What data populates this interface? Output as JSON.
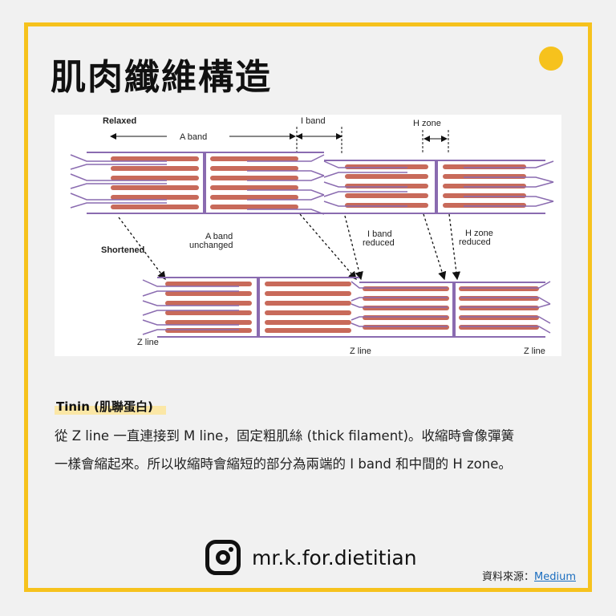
{
  "title": "肌肉纖維構造",
  "diagram": {
    "label_relaxed": "Relaxed",
    "label_a_band": "A band",
    "label_i_band": "I band",
    "label_h_zone": "H zone",
    "label_shortened": "Shortened",
    "label_a_band_unchanged_1": "A band",
    "label_a_band_unchanged_2": "unchanged",
    "label_i_band_reduced_1": "I band",
    "label_i_band_reduced_2": "reduced",
    "label_h_zone_reduced_1": "H zone",
    "label_h_zone_reduced_2": "reduced",
    "label_z_line_left": "Z line",
    "label_z_line_mid": "Z line",
    "label_z_line_right": "Z line"
  },
  "section": {
    "heading": "Tinin (肌聯蛋白)",
    "line1": "從 Z line 一直連接到 M line，固定粗肌絲 (thick filament)。收縮時會像彈簧",
    "line2": "一樣會縮起來。所以收縮時會縮短的部分為兩端的 I band 和中間的 H zone。"
  },
  "footer": {
    "handle": "mr.k.for.dietitian",
    "source_prefix": "資料來源：",
    "source_link": "Medium"
  },
  "colors": {
    "frame": "#f6c21d",
    "thick_filament": "#c86a5a",
    "thin_filament": "#8a6bb0",
    "background": "#f1f1f1"
  }
}
